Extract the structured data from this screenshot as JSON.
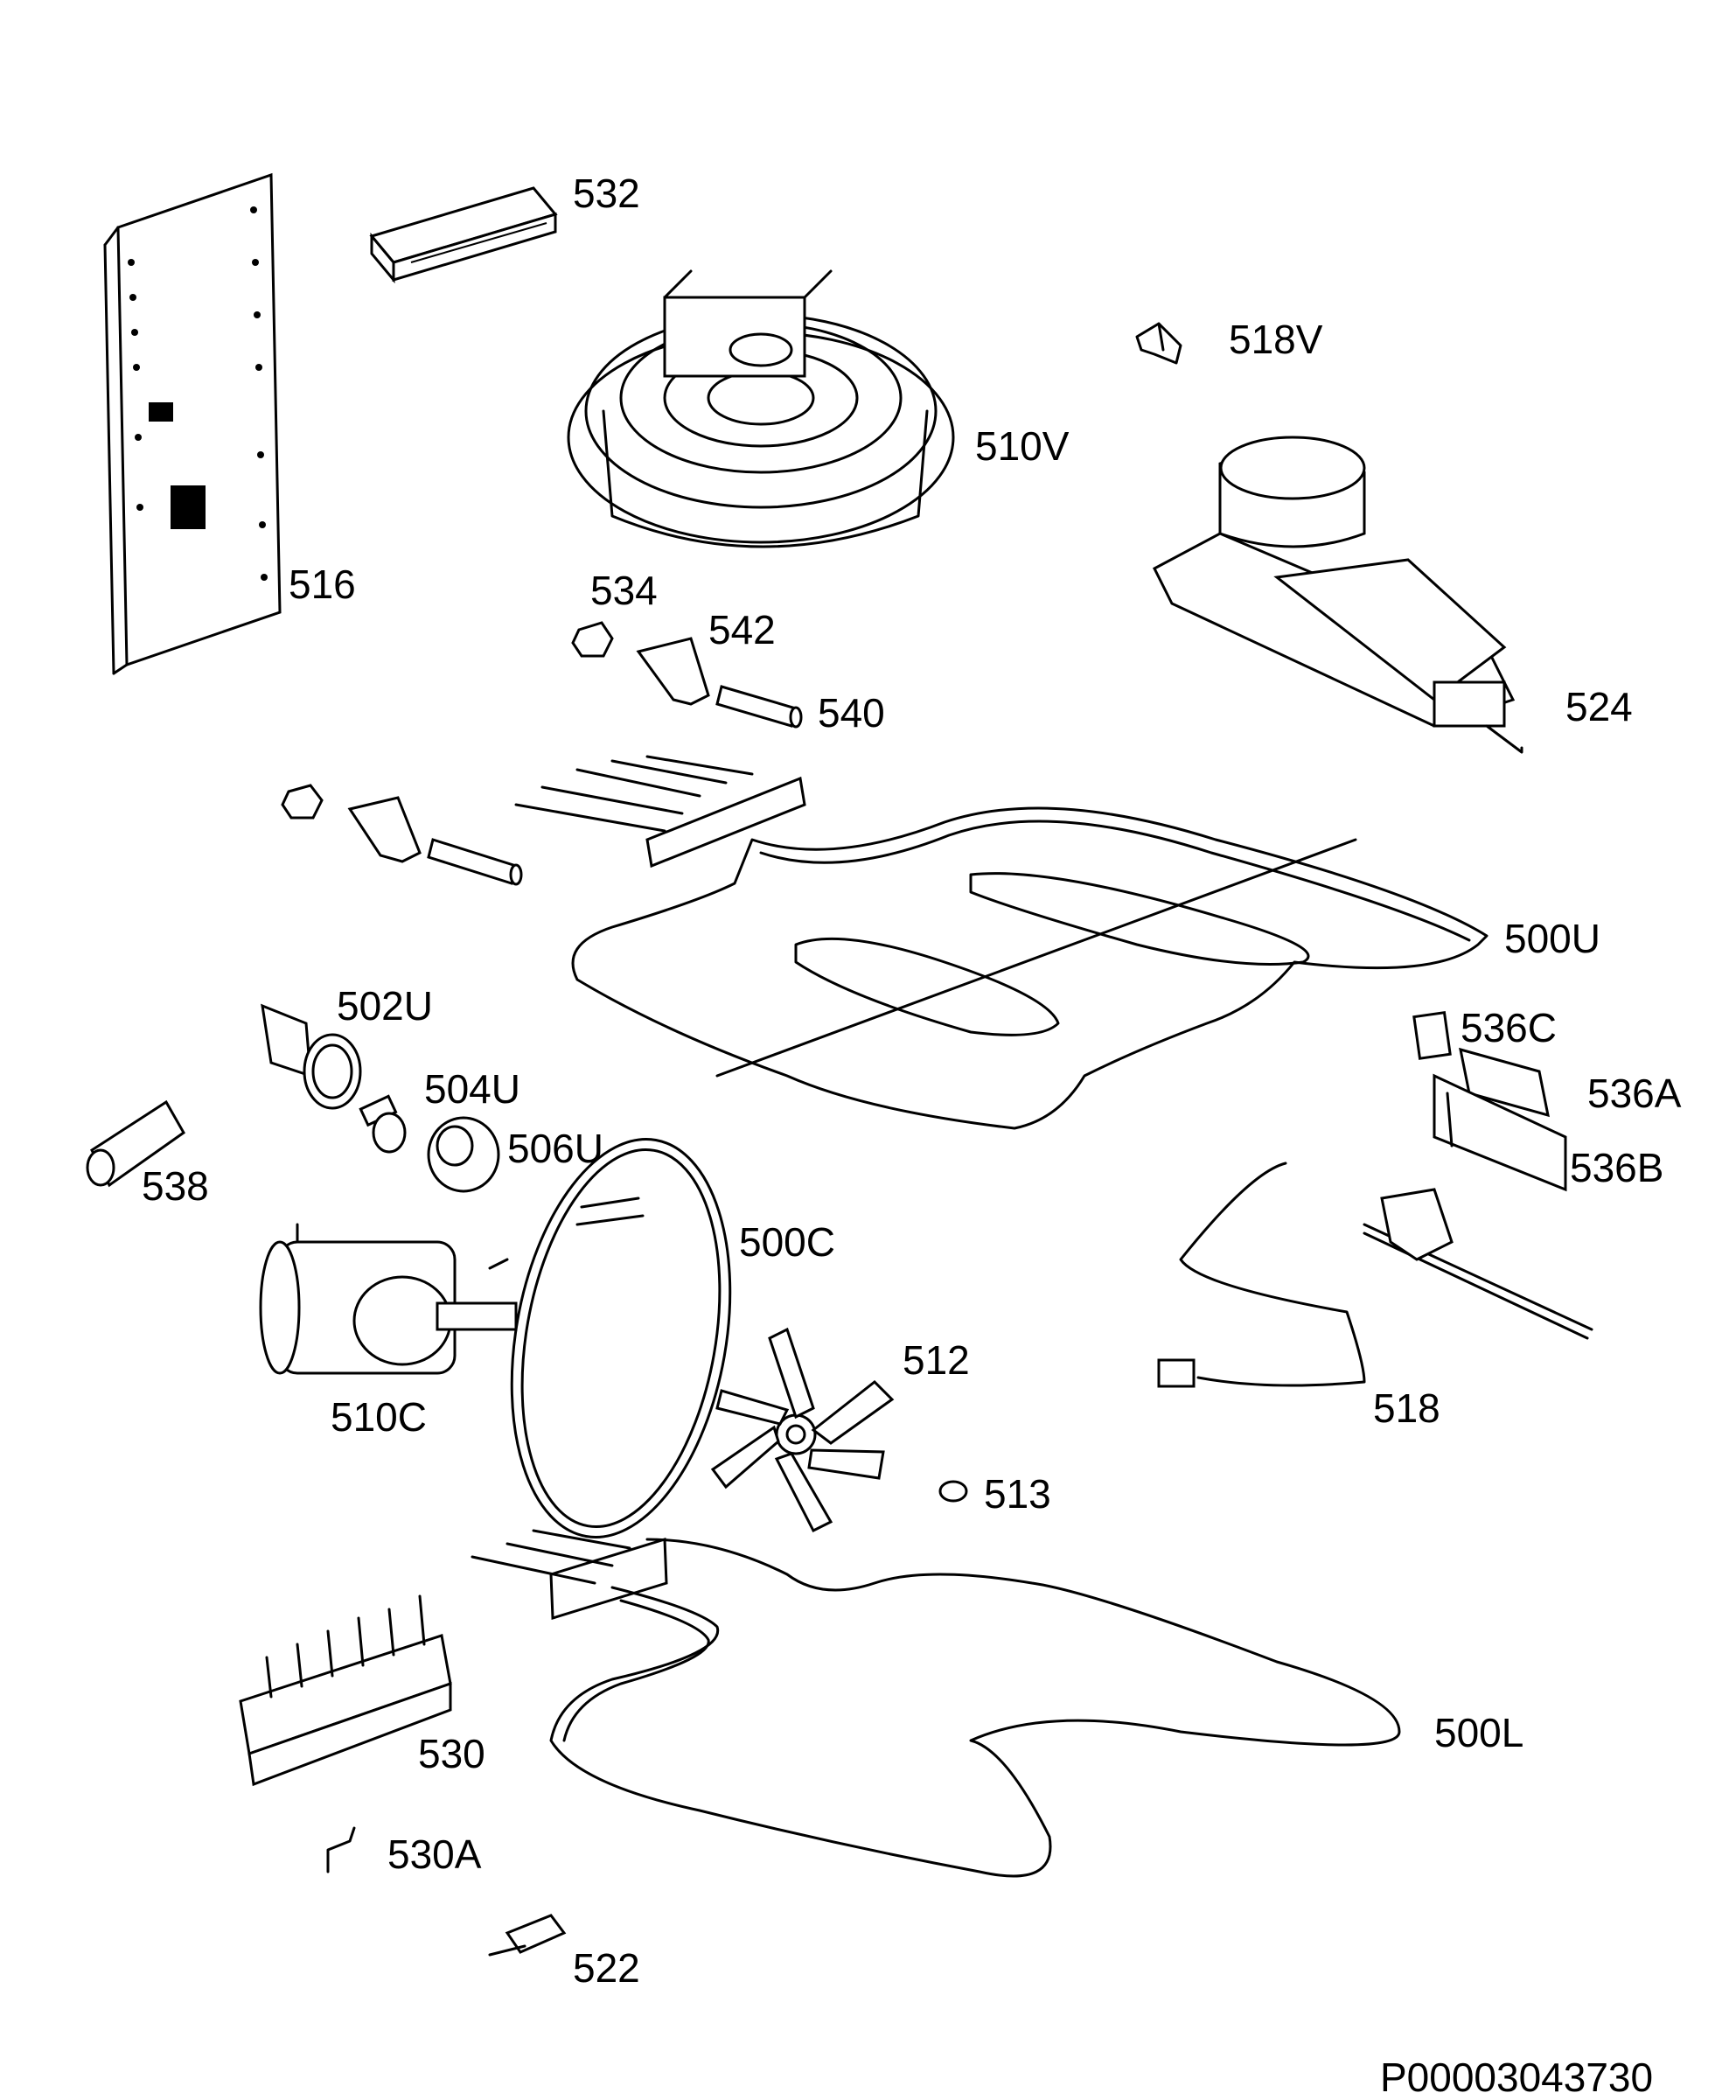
{
  "document_id": "P00003043730",
  "parts": {
    "516": "516",
    "532": "532",
    "510V": "510V",
    "518V": "518V",
    "524": "524",
    "534": "534",
    "542": "542",
    "540": "540",
    "500U": "500U",
    "502U": "502U",
    "504U": "504U",
    "506U": "506U",
    "538": "538",
    "536C": "536C",
    "536A": "536A",
    "536B": "536B",
    "500C": "500C",
    "510C": "510C",
    "512": "512",
    "518": "518",
    "513": "513",
    "500L": "500L",
    "530": "530",
    "530A": "530A",
    "522": "522"
  }
}
